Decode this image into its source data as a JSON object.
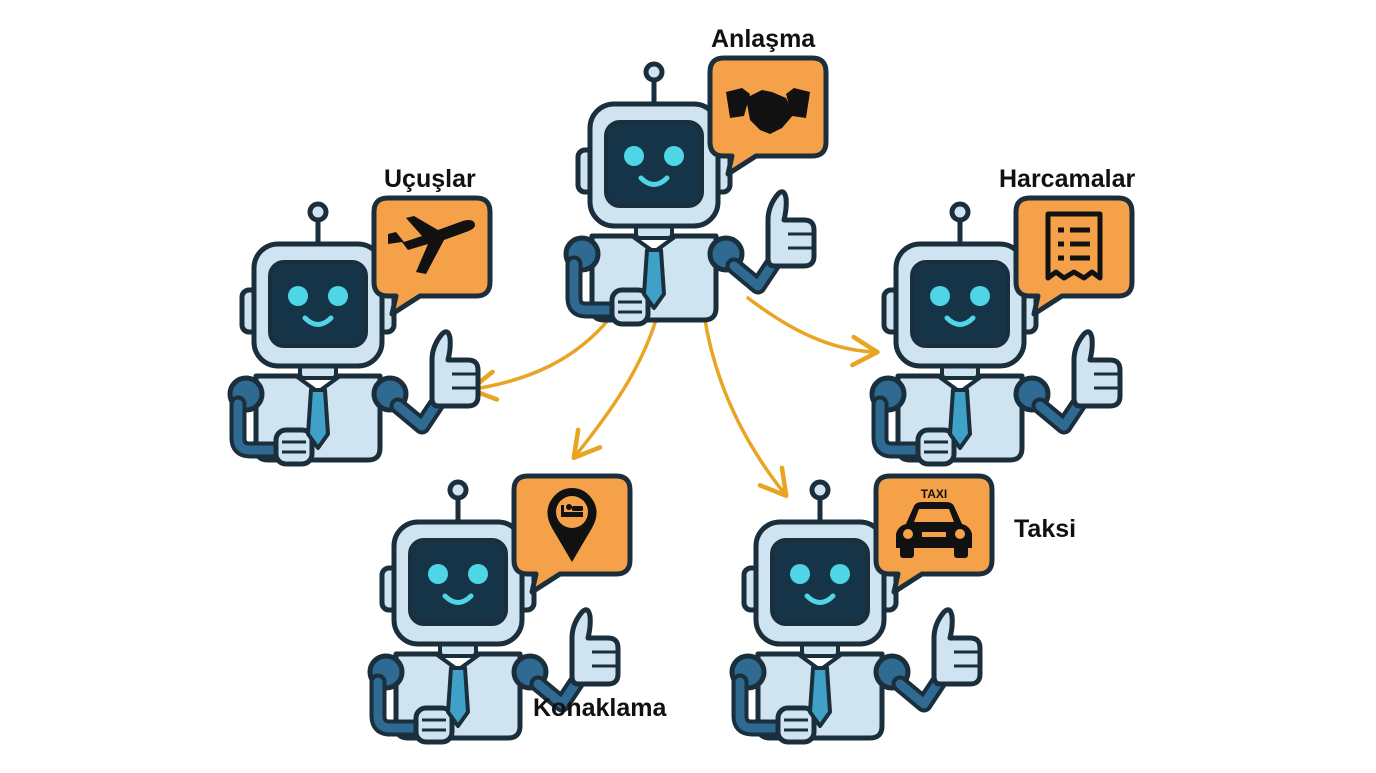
{
  "diagram": {
    "center": {
      "label": "Anlaşma",
      "icon": "handshake-icon"
    },
    "agents": [
      {
        "label": "Uçuşlar",
        "icon": "airplane-icon"
      },
      {
        "label": "Harcamalar",
        "icon": "receipt-icon"
      },
      {
        "label": "Konaklama",
        "icon": "hotel-location-icon"
      },
      {
        "label": "Taksi",
        "icon": "taxi-icon",
        "sign_text": "TAXI"
      }
    ]
  },
  "colors": {
    "outline": "#1a2e3c",
    "robot_body": "#cfe3f0",
    "screen": "#163447",
    "eyes": "#4fd6e6",
    "joint": "#2f6a92",
    "tie": "#3fa0c8",
    "bubble": "#f5a14a",
    "arrow": "#e8a524",
    "icon": "#111111"
  }
}
